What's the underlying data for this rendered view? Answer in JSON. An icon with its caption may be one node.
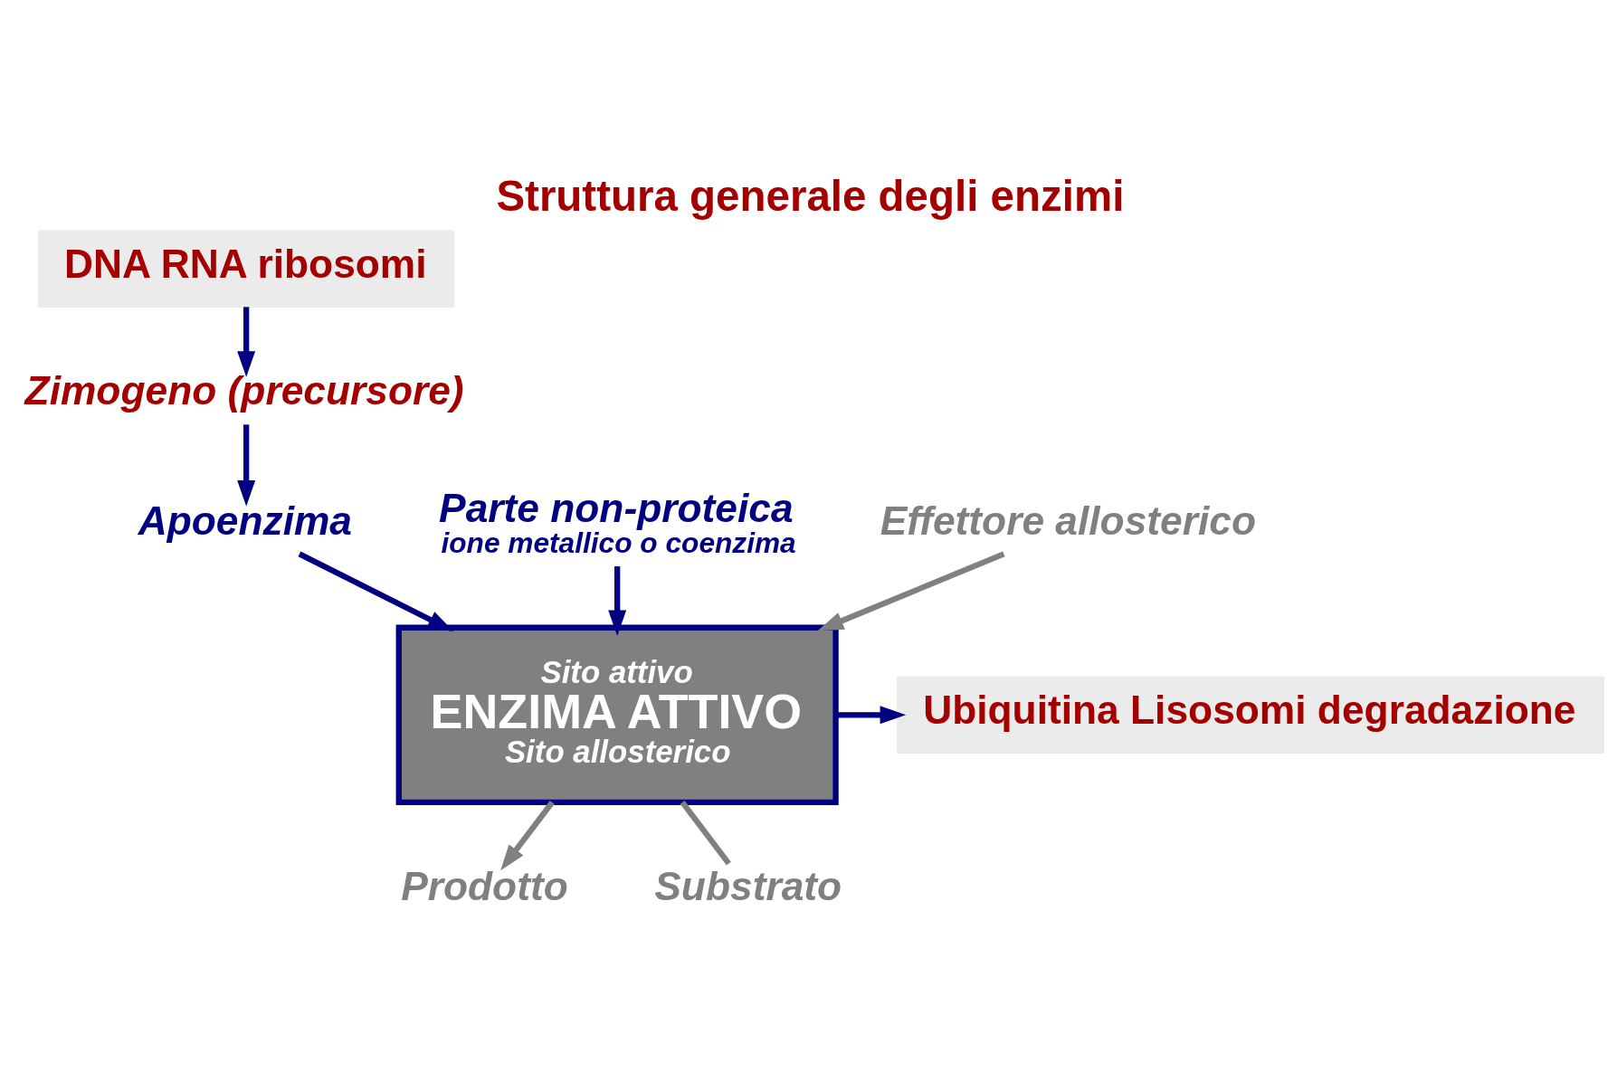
{
  "diagram": {
    "title": "Struttura generale degli enzimi",
    "nodes": [
      {
        "text": [
          "DNA RNA ribosomi"
        ]
      },
      {
        "text": [
          "Zimogeno (precursore)"
        ]
      },
      {
        "text": [
          "Apoenzima"
        ]
      },
      {
        "text": [
          "Parte non-proteica",
          "ione metallico o coenzima"
        ]
      },
      {
        "text": [
          "Sito attivo",
          "ENZIMA ATTIVO",
          "Sito allosterico"
        ]
      },
      {
        "text": [
          "Substrato"
        ]
      },
      {
        "text": [
          "Prodotto"
        ]
      },
      {
        "text": [
          "Ubiquitina Lisosomi degradazione"
        ]
      },
      {
        "text": [
          "Effettore allosterico"
        ]
      }
    ],
    "edges": [
      {
        "from": 0,
        "to": 1,
        "arrow": "to"
      },
      {
        "from": 1,
        "to": 2,
        "arrow": "to"
      },
      {
        "from": 2,
        "to": 4,
        "arrow": "to"
      },
      {
        "from": 3,
        "to": 4,
        "arrow": "to"
      },
      {
        "from": 5,
        "to": 4,
        "arrow": "none",
        "color": "#808080"
      },
      {
        "from": 4,
        "to": 6,
        "arrow": "to",
        "color": "#808080"
      },
      {
        "from": 4,
        "to": 7,
        "arrow": "to"
      },
      {
        "from": 8,
        "to": 4,
        "arrow": "to",
        "color": "#808080"
      }
    ]
  }
}
